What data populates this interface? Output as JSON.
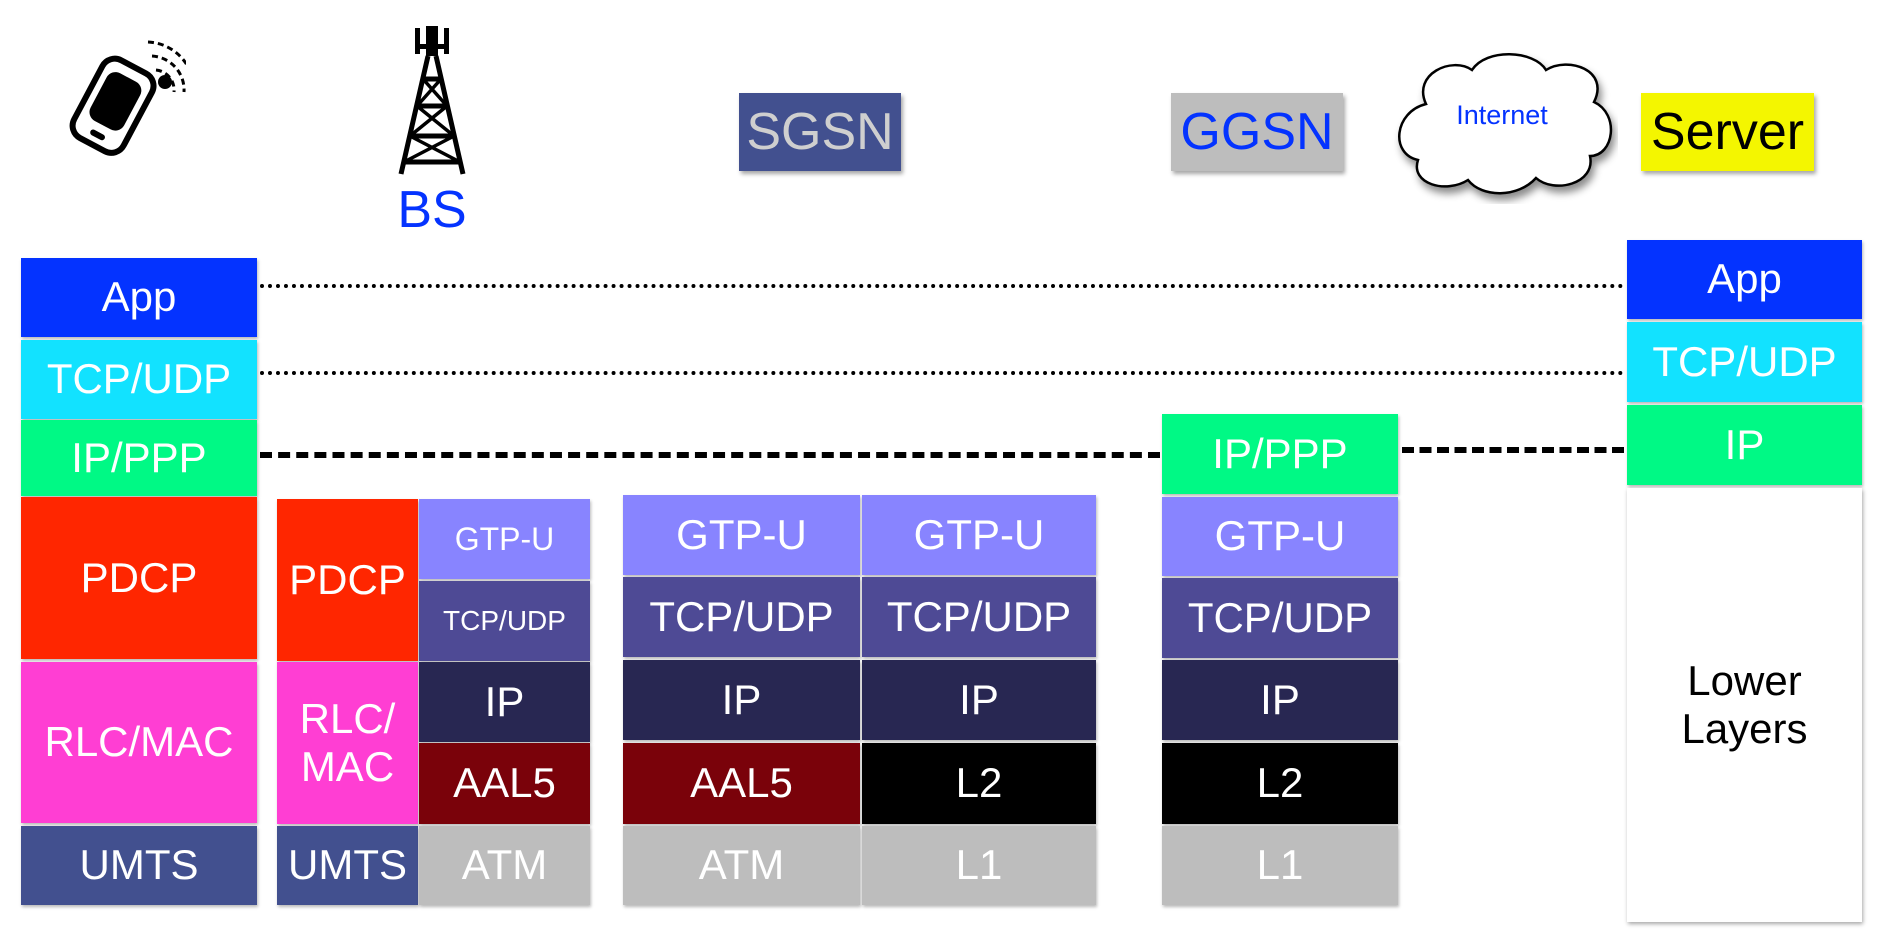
{
  "nodes": {
    "bs": "BS",
    "sgsn": "SGSN",
    "ggsn": "GGSN",
    "internet": "Internet",
    "server": "Server"
  },
  "ue_stack": {
    "app": "App",
    "tcp_udp": "TCP/UDP",
    "ip_ppp": "IP/PPP",
    "pdcp": "PDCP",
    "rlc_mac": "RLC/MAC",
    "umts": "UMTS"
  },
  "bs_stack": {
    "pdcp": "PDCP",
    "rlc_mac": "RLC/\nMAC",
    "umts": "UMTS",
    "gtp_u": "GTP-U",
    "tcp_udp": "TCP/UDP",
    "ip": "IP",
    "aal5": "AAL5",
    "atm": "ATM"
  },
  "sgsn_stack": {
    "left": {
      "gtp_u": "GTP-U",
      "tcp_udp": "TCP/UDP",
      "ip": "IP",
      "aal5": "AAL5",
      "atm": "ATM"
    },
    "right": {
      "gtp_u": "GTP-U",
      "tcp_udp": "TCP/UDP",
      "ip": "IP",
      "l2": "L2",
      "l1": "L1"
    }
  },
  "ggsn_stack": {
    "ip_ppp": "IP/PPP",
    "gtp_u": "GTP-U",
    "tcp_udp": "TCP/UDP",
    "ip": "IP",
    "l2": "L2",
    "l1": "L1"
  },
  "server_stack": {
    "app": "App",
    "tcp_udp": "TCP/UDP",
    "ip": "IP",
    "lower": "Lower\nLayers"
  },
  "colors": {
    "app": "#0433ff",
    "tcp_udp_top": "#12e2ff",
    "ip_ppp": "#00f985",
    "pdcp": "#ff2600",
    "rlc_mac": "#ff3ed3",
    "umts": "#42508f",
    "gtp_u": "#8884ff",
    "tcp_udp": "#4e4a95",
    "ip": "#282752",
    "aal5": "#7a020a",
    "l2": "#000000",
    "l1_atm": "#bdbdbd",
    "sgsn_header": "#42508f",
    "ggsn_header": "#bdbdbd",
    "server_header": "#f4f600",
    "blue_text": "#0433ff"
  }
}
